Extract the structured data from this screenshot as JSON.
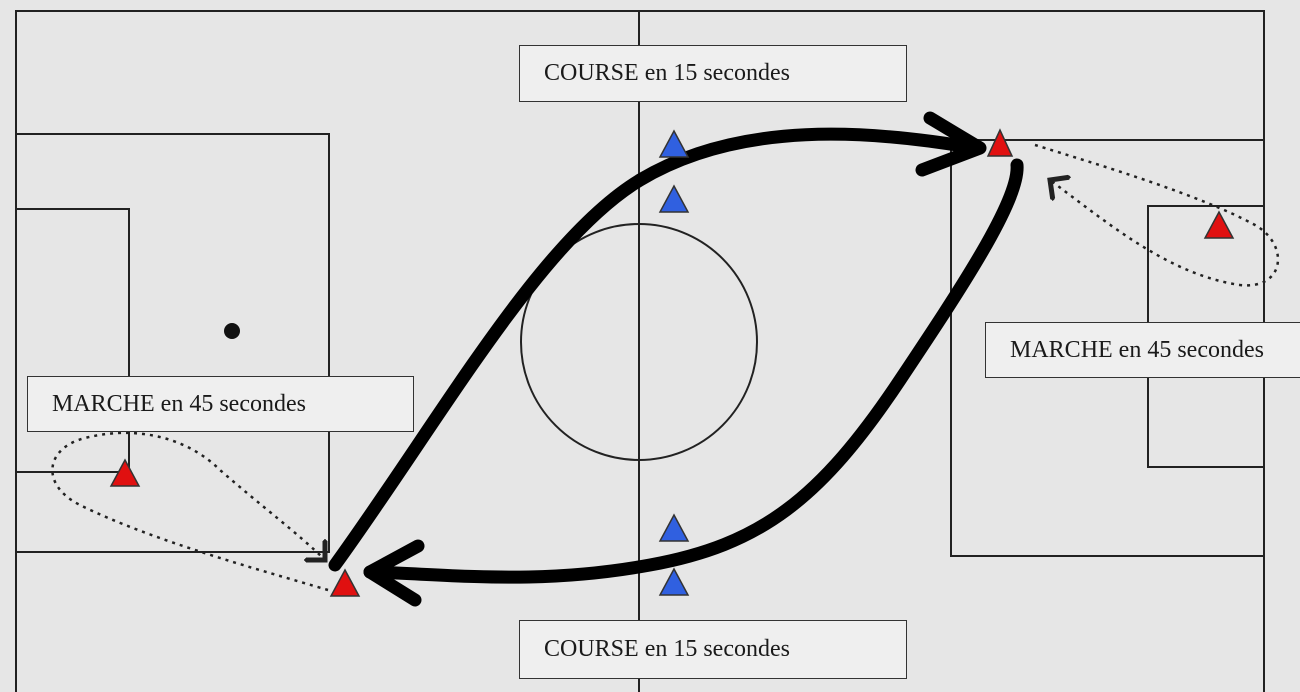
{
  "labels": {
    "course_top": "COURSE en 15 secondes",
    "course_bottom": "COURSE en 15 secondes",
    "marche_left": "MARCHE en 45 secondes",
    "marche_right": "MARCHE en 45 secondes"
  },
  "colors": {
    "background": "#e6e6e6",
    "lines": "#222222",
    "run_arrow": "#000000",
    "cone_red": "#e01010",
    "cone_blue": "#3060e0"
  },
  "markers": {
    "red_cone_count": 4,
    "blue_cone_count": 4
  }
}
